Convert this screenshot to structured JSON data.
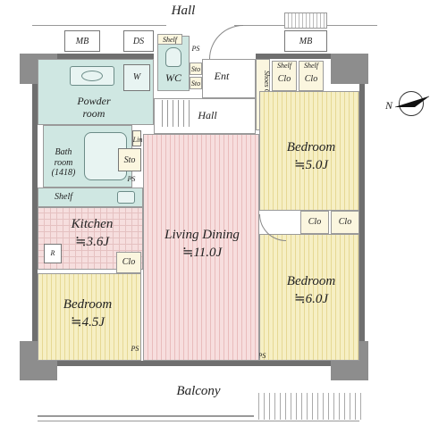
{
  "labels": {
    "hall_top": "Hall",
    "mb_left": "MB",
    "ds": "DS",
    "mb_right": "MB",
    "shelf_top": "Shelf",
    "ps": "PS",
    "wc": "WC",
    "sto": "Sto",
    "ent": "Ent",
    "shoes_clo": "Shoes Clo",
    "shelf": "Shelf",
    "clo": "Clo",
    "powder_room": "Powder\nroom",
    "w": "W",
    "hall_inner": "Hall",
    "lin": "Lin",
    "bath_room": "Bath\nroom\n(1418)",
    "sto_big": "Sto",
    "shelf_kitchen": "Shelf",
    "kitchen": "Kitchen",
    "kitchen_size": "≒3.6J",
    "r": "R",
    "living_dining": "Living Dining",
    "living_dining_size": "≒11.0J",
    "bedroom": "Bedroom",
    "bedroom_ne_size": "≒5.0J",
    "bedroom_se_size": "≒6.0J",
    "bedroom_sw_size": "≒4.5J",
    "balcony": "Balcony",
    "north": "N"
  },
  "colors": {
    "wall": "#6f6f6f",
    "living_floor": "#f7dede",
    "bedroom_floor": "#f6efc4",
    "wet_area": "#cfe7e2"
  }
}
